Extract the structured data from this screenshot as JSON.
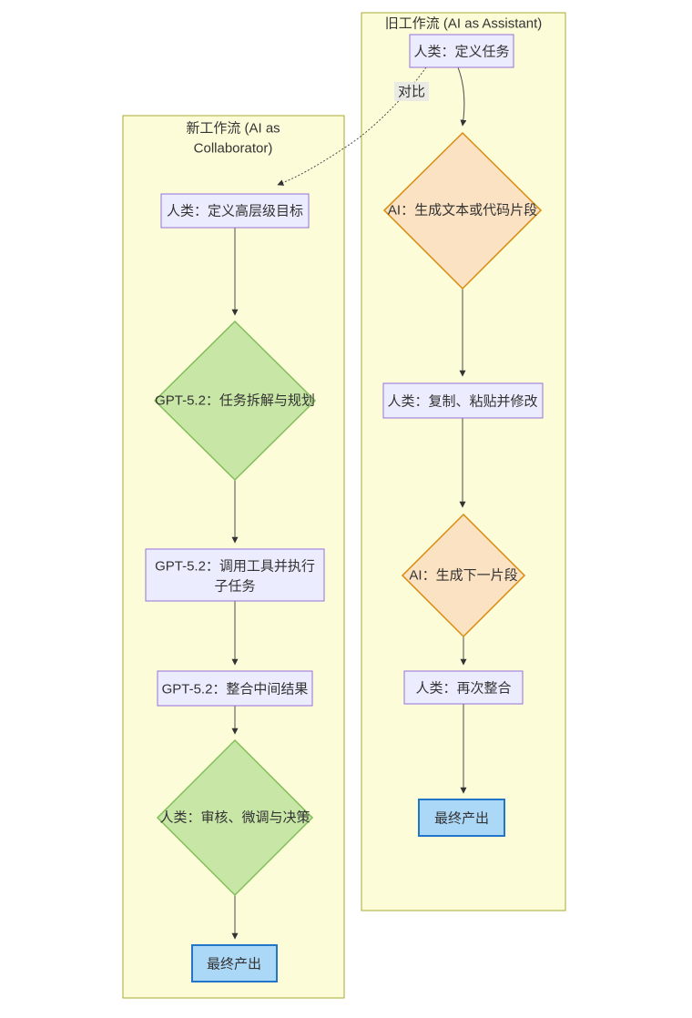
{
  "diagram": {
    "comparison_label": "对比",
    "old_workflow": {
      "title": "旧工作流 (AI as Assistant)",
      "nodes": {
        "define_task": "人类：定义任务",
        "generate_snippet": "AI：生成文本或代码片段",
        "copy_paste_modify": "人类：复制、粘贴并修改",
        "generate_next": "AI：生成下一片段",
        "reintegrate": "人类：再次整合",
        "final_output": "最终产出"
      }
    },
    "new_workflow": {
      "title_lines": [
        "新工作流 (AI as",
        "Collaborator)"
      ],
      "nodes": {
        "define_goal": "人类：定义高层级目标",
        "decompose_plan": "GPT-5.2：任务拆解与规划",
        "call_tools_lines": [
          "GPT-5.2：调用工具并执行",
          "子任务"
        ],
        "integrate_results": "GPT-5.2：整合中间结果",
        "review_decide": "人类：审核、微调与决策",
        "final_output": "最终产出"
      }
    },
    "colors": {
      "container_fill": "#fcfcd9",
      "container_border": "#aaaa33",
      "process_fill": "#ececff",
      "process_border": "#9370db",
      "ai_fill": "#fbe2c2",
      "ai_border": "#d98a0d",
      "gpt_fill": "#c8e6a6",
      "gpt_border": "#82be5a",
      "output_fill": "#acd8f8",
      "output_border": "#2176c7",
      "edge": "#4d4d4d",
      "arrowhead": "#333333",
      "edge_label_bg": "#e8e8e8",
      "text": "#333333"
    }
  }
}
